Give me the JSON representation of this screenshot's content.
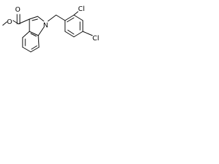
{
  "structure": {
    "atoms": {
      "ester_carbonyl_oxygen": "O",
      "ester_ether_oxygen": "O",
      "indole_nitrogen": "N",
      "chlorine_ortho": "Cl",
      "chlorine_para": "Cl"
    }
  }
}
